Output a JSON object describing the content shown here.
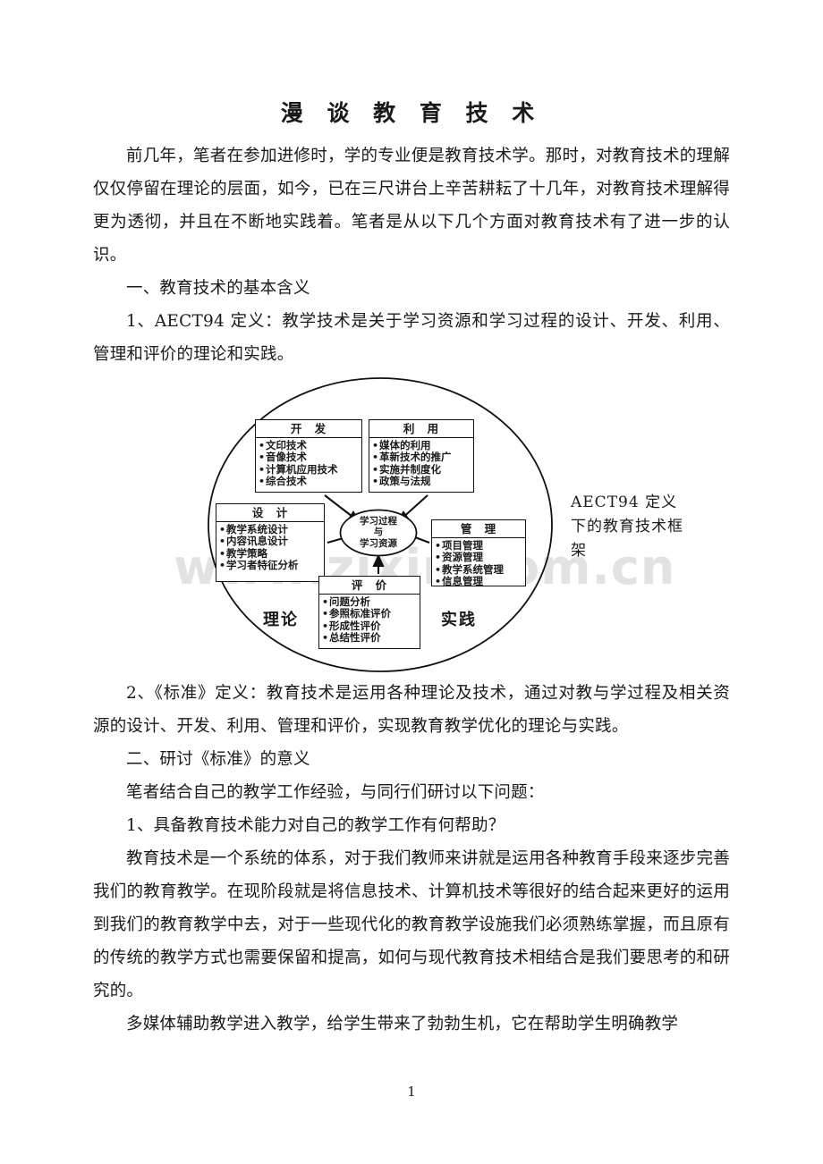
{
  "document": {
    "title": "漫 谈 教 育 技 术",
    "page_number": "1",
    "paragraphs_before_figure": [
      "前几年，笔者在参加进修时，学的专业便是教育技术学。那时，对教育技术的理解仅仅停留在理论的层面，如今，已在三尺讲台上辛苦耕耘了十几年，对教育技术理解得更为透彻，并且在不断地实践着。笔者是从以下几个方面对教育技术有了进一步的认识。",
      "一、教育技术的基本含义",
      "1、AECT94 定义：教学技术是关于学习资源和学习过程的设计、开发、利用、管理和评价的理论和实践。"
    ],
    "paragraphs_after_figure": [
      "2、《标准》定义：教育技术是运用各种理论及技术，通过对教与学过程及相关资源的设计、开发、利用、管理和评价，实现教育教学优化的理论与实践。",
      "二、研讨《标准》的意义",
      "笔者结合自己的教学工作经验，与同行们研讨以下问题：",
      "1、具备教育技术能力对自己的教学工作有何帮助？",
      "教育技术是一个系统的体系，对于我们教师来讲就是运用各种教育手段来逐步完善我们的教育教学。在现阶段就是将信息技术、计算机技术等很好的结合起来更好的运用到我们的教育教学中去，对于一些现代化的教育教学设施我们必须熟练掌握，而且原有的传统的教学方式也需要保留和提高，如何与现代教育技术相结合是我们要思考的和研究的。",
      "多媒体辅助教学进入教学，给学生带来了勃勃生机，它在帮助学生明确教学"
    ]
  },
  "figure": {
    "caption": "AECT94 定义下的教育技术框架",
    "watermark": "www.zixin.com.cn",
    "center_node": {
      "line1": "学习过程",
      "line2": "与",
      "line3": "学习资源"
    },
    "zone_labels": {
      "theory": "理论",
      "practice": "实践"
    },
    "boxes": [
      {
        "id": "development",
        "title": "开 发",
        "items": [
          "文印技术",
          "音像技术",
          "计算机应用技术",
          "综合技术"
        ]
      },
      {
        "id": "utilization",
        "title": "利 用",
        "items": [
          "媒体的利用",
          "革新技术的推广",
          "实施并制度化",
          "政策与法规"
        ]
      },
      {
        "id": "design",
        "title": "设 计",
        "items": [
          "教学系统设计",
          "内容讯息设计",
          "教学策略",
          "学习者特征分析"
        ]
      },
      {
        "id": "management",
        "title": "管 理",
        "items": [
          "项目管理",
          "资源管理",
          "教学系统管理",
          "信息管理"
        ]
      },
      {
        "id": "evaluation",
        "title": "评 价",
        "items": [
          "问题分析",
          "参照标准评价",
          "形成性评价",
          "总结性评价"
        ]
      }
    ]
  },
  "colors": {
    "ink": "#111111",
    "text": "#1a1a1a",
    "watermark": "#e2e2e2",
    "paper": "#ffffff"
  }
}
